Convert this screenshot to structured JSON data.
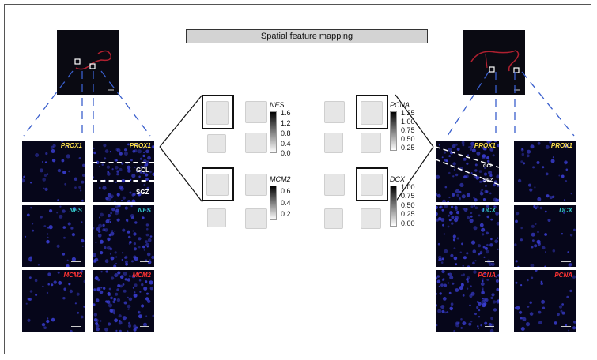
{
  "title": "Spatial feature mapping",
  "left_panels": [
    {
      "label": "PROX1",
      "color": "#ffe14d"
    },
    {
      "label": "PROX1",
      "color": "#ffe14d"
    },
    {
      "label": "NES",
      "color": "#33c7c7"
    },
    {
      "label": "NES",
      "color": "#33c7c7"
    },
    {
      "label": "MCM2",
      "color": "#ff3333"
    },
    {
      "label": "MCM2",
      "color": "#ff3333"
    }
  ],
  "right_panels": [
    {
      "label": "PROX1",
      "color": "#ffe14d"
    },
    {
      "label": "PROX1",
      "color": "#ffe14d"
    },
    {
      "label": "DCX",
      "color": "#33c7c7"
    },
    {
      "label": "DCX",
      "color": "#33c7c7"
    },
    {
      "label": "PCNA",
      "color": "#ff3333"
    },
    {
      "label": "PCNA",
      "color": "#ff3333"
    }
  ],
  "layers": {
    "gcl": "GCL",
    "sgz": "SGZ"
  },
  "colorbars": {
    "nes": {
      "name": "NES",
      "ticks": [
        "1.6",
        "1.2",
        "0.8",
        "0.4",
        "0.0"
      ]
    },
    "mcm2": {
      "name": "MCM2",
      "ticks": [
        "0.6",
        "0.4",
        "0.2"
      ]
    },
    "pcna": {
      "name": "PCNA",
      "ticks": [
        "1.25",
        "1.00",
        "0.75",
        "0.50",
        "0.25"
      ]
    },
    "dcx": {
      "name": "DCX",
      "ticks": [
        "1.00",
        "0.75",
        "0.50",
        "0.25",
        "0.00"
      ]
    }
  }
}
